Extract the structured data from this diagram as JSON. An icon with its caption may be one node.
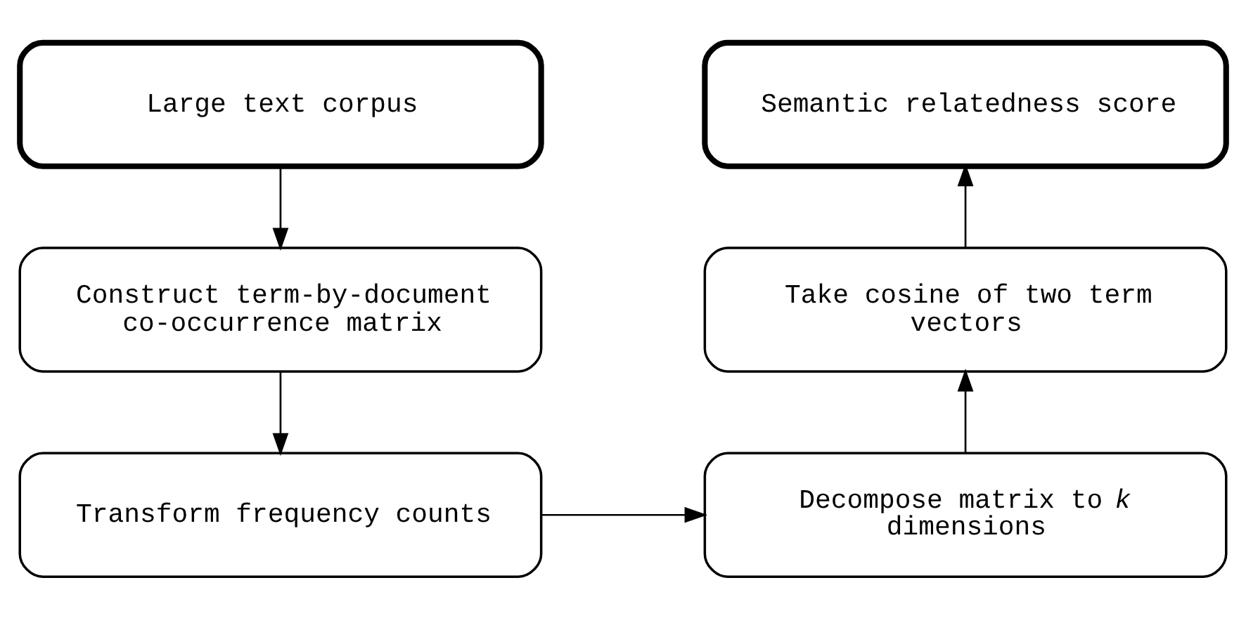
{
  "diagram": {
    "nodes": [
      {
        "text": [
          "Large text corpus"
        ]
      },
      {
        "text": [
          "Construct term-by-document co-occurrence matrix"
        ]
      },
      {
        "text": [
          "Transform frequency counts"
        ]
      },
      {
        "text": [
          "Decompose matrix to *k* dimensions"
        ]
      },
      {
        "text": [
          "Take cosine of two term vectors"
        ]
      },
      {
        "text": [
          "Semantic relatedness score"
        ]
      }
    ],
    "edges": [
      {
        "from": 0,
        "to": 1,
        "arrow": "to"
      },
      {
        "from": 1,
        "to": 2,
        "arrow": "to"
      },
      {
        "from": 2,
        "to": 3,
        "arrow": "to"
      },
      {
        "from": 3,
        "to": 4,
        "arrow": "to"
      },
      {
        "from": 4,
        "to": 5,
        "arrow": "to"
      }
    ]
  }
}
